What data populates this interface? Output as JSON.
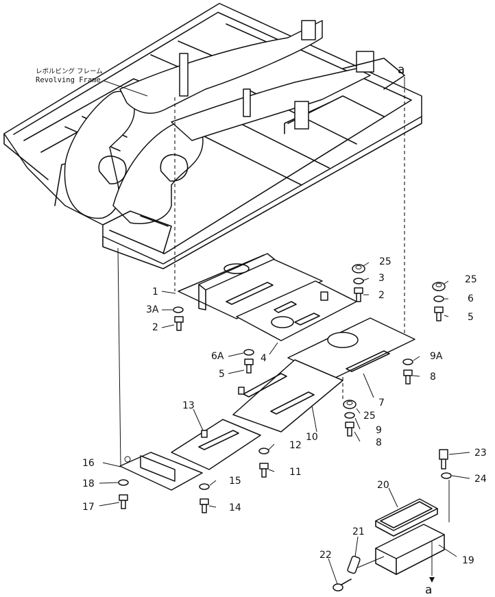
{
  "frame_label": {
    "jp": "レボルビング フレーム",
    "en": "Revolving Frame"
  },
  "ref_top": "a",
  "ref_bottom": "a",
  "callouts": {
    "c1": "1",
    "c2a": "2",
    "c2b": "2",
    "c3": "3",
    "c3A": "3A",
    "c4": "4",
    "c5a": "5",
    "c5b": "5",
    "c6": "6",
    "c6A": "6A",
    "c7": "7",
    "c8a": "8",
    "c8b": "8",
    "c9": "9",
    "c9A": "9A",
    "c10": "10",
    "c11": "11",
    "c12": "12",
    "c13": "13",
    "c14": "14",
    "c15": "15",
    "c16": "16",
    "c17": "17",
    "c18": "18",
    "c19": "19",
    "c20": "20",
    "c21": "21",
    "c22": "22",
    "c23": "23",
    "c24": "24",
    "c25a": "25",
    "c25b": "25",
    "c25c": "25"
  }
}
